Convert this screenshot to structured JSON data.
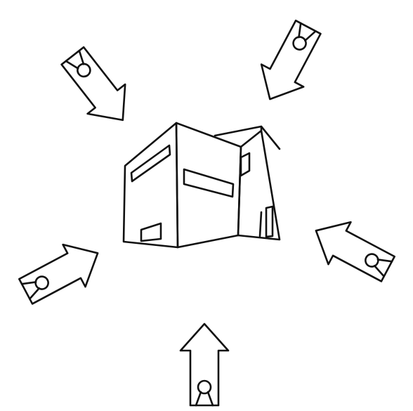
{
  "diagram": {
    "ink_color": "#111111",
    "paper_color": "#ffffff",
    "center": {
      "name": "building",
      "description_icon": "modern-building-icon"
    },
    "arrows": [
      {
        "name": "top-left",
        "points_toward": "building",
        "icon": "keyhole-arrow-icon"
      },
      {
        "name": "top-right",
        "points_toward": "building",
        "icon": "keyhole-arrow-icon"
      },
      {
        "name": "right",
        "points_toward": "building",
        "icon": "keyhole-arrow-icon"
      },
      {
        "name": "bottom",
        "points_toward": "building",
        "icon": "keyhole-arrow-icon"
      },
      {
        "name": "left",
        "points_toward": "building",
        "icon": "keyhole-arrow-icon"
      }
    ]
  }
}
